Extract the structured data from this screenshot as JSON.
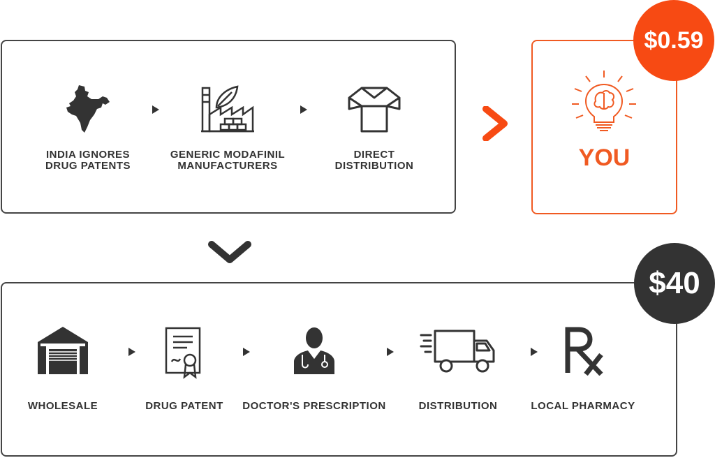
{
  "top_flow": {
    "steps": [
      {
        "label": "INDIA IGNORES\nDRUG PATENTS",
        "icon": "india-map-icon"
      },
      {
        "label": "GENERIC MODAFINIL\nMANUFACTURERS",
        "icon": "factory-icon"
      },
      {
        "label": "DIRECT\nDISTRIBUTION",
        "icon": "box-icon"
      }
    ]
  },
  "you": {
    "label": "YOU",
    "icon": "lightbulb-brain-icon",
    "price": "$0.59"
  },
  "bottom_flow": {
    "price": "$40",
    "steps": [
      {
        "label": "WHOLESALE",
        "icon": "warehouse-icon"
      },
      {
        "label": "DRUG PATENT",
        "icon": "certificate-icon"
      },
      {
        "label": "DOCTOR'S PRESCRIPTION",
        "icon": "doctor-icon"
      },
      {
        "label": "DISTRIBUTION",
        "icon": "truck-icon"
      },
      {
        "label": "LOCAL PHARMACY",
        "icon": "rx-icon"
      }
    ]
  },
  "colors": {
    "accent": "#f05a22",
    "dark": "#333333"
  }
}
